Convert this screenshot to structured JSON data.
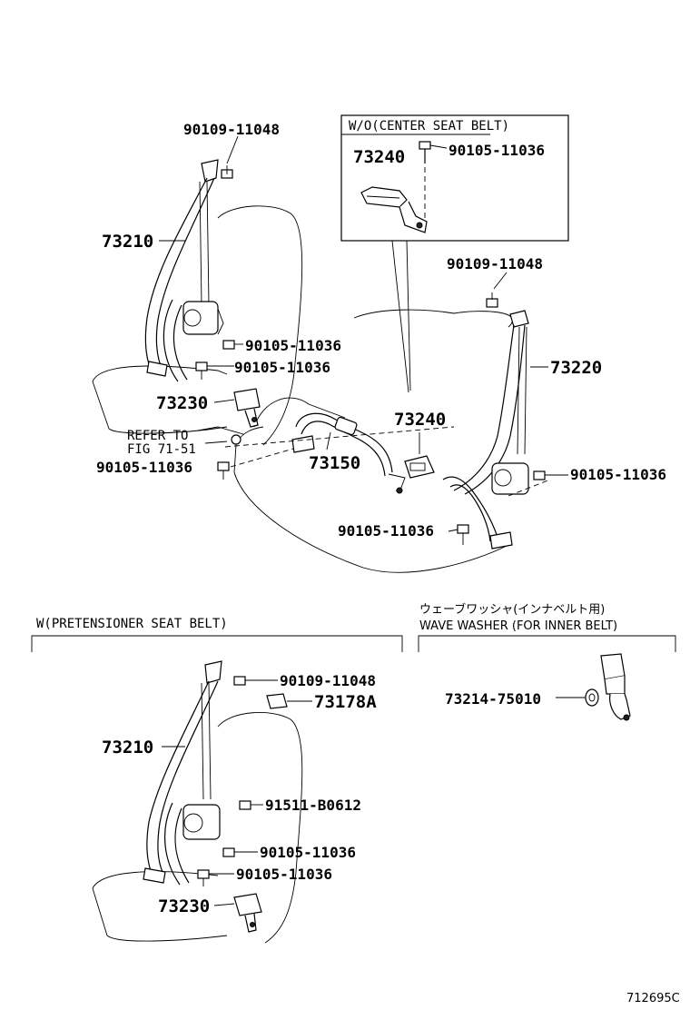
{
  "inset_center": {
    "title": "W/O(CENTER SEAT BELT)",
    "part_73240": "73240",
    "part_90105_11036": "90105-11036"
  },
  "upper": {
    "part_90109_11048_left": "90109-11048",
    "part_73210": "73210",
    "part_90105_11036_a": "90105-11036",
    "part_90105_11036_b": "90105-11036",
    "part_73230": "73230",
    "refer_line1": "REFER TO",
    "refer_line2": "FIG 71-51",
    "part_90105_11036_c": "90105-11036",
    "part_73150": "73150",
    "part_73240": "73240",
    "part_90105_11036_d": "90105-11036",
    "part_90109_11048_right": "90109-11048",
    "part_73220": "73220",
    "part_90105_11036_e": "90105-11036"
  },
  "pretensioner": {
    "title": "W(PRETENSIONER SEAT BELT)",
    "part_90109_11048": "90109-11048",
    "part_73178A": "73178A",
    "part_73210": "73210",
    "part_91511_B0612": "91511-B0612",
    "part_90105_11036_a": "90105-11036",
    "part_90105_11036_b": "90105-11036",
    "part_73230": "73230"
  },
  "wave_washer": {
    "title_ja": "ウェーブワッシャ(インナベルト用)",
    "title_en": "WAVE WASHER (FOR INNER BELT)",
    "part_73214_75010": "73214-75010"
  },
  "figure_id": "712695C"
}
